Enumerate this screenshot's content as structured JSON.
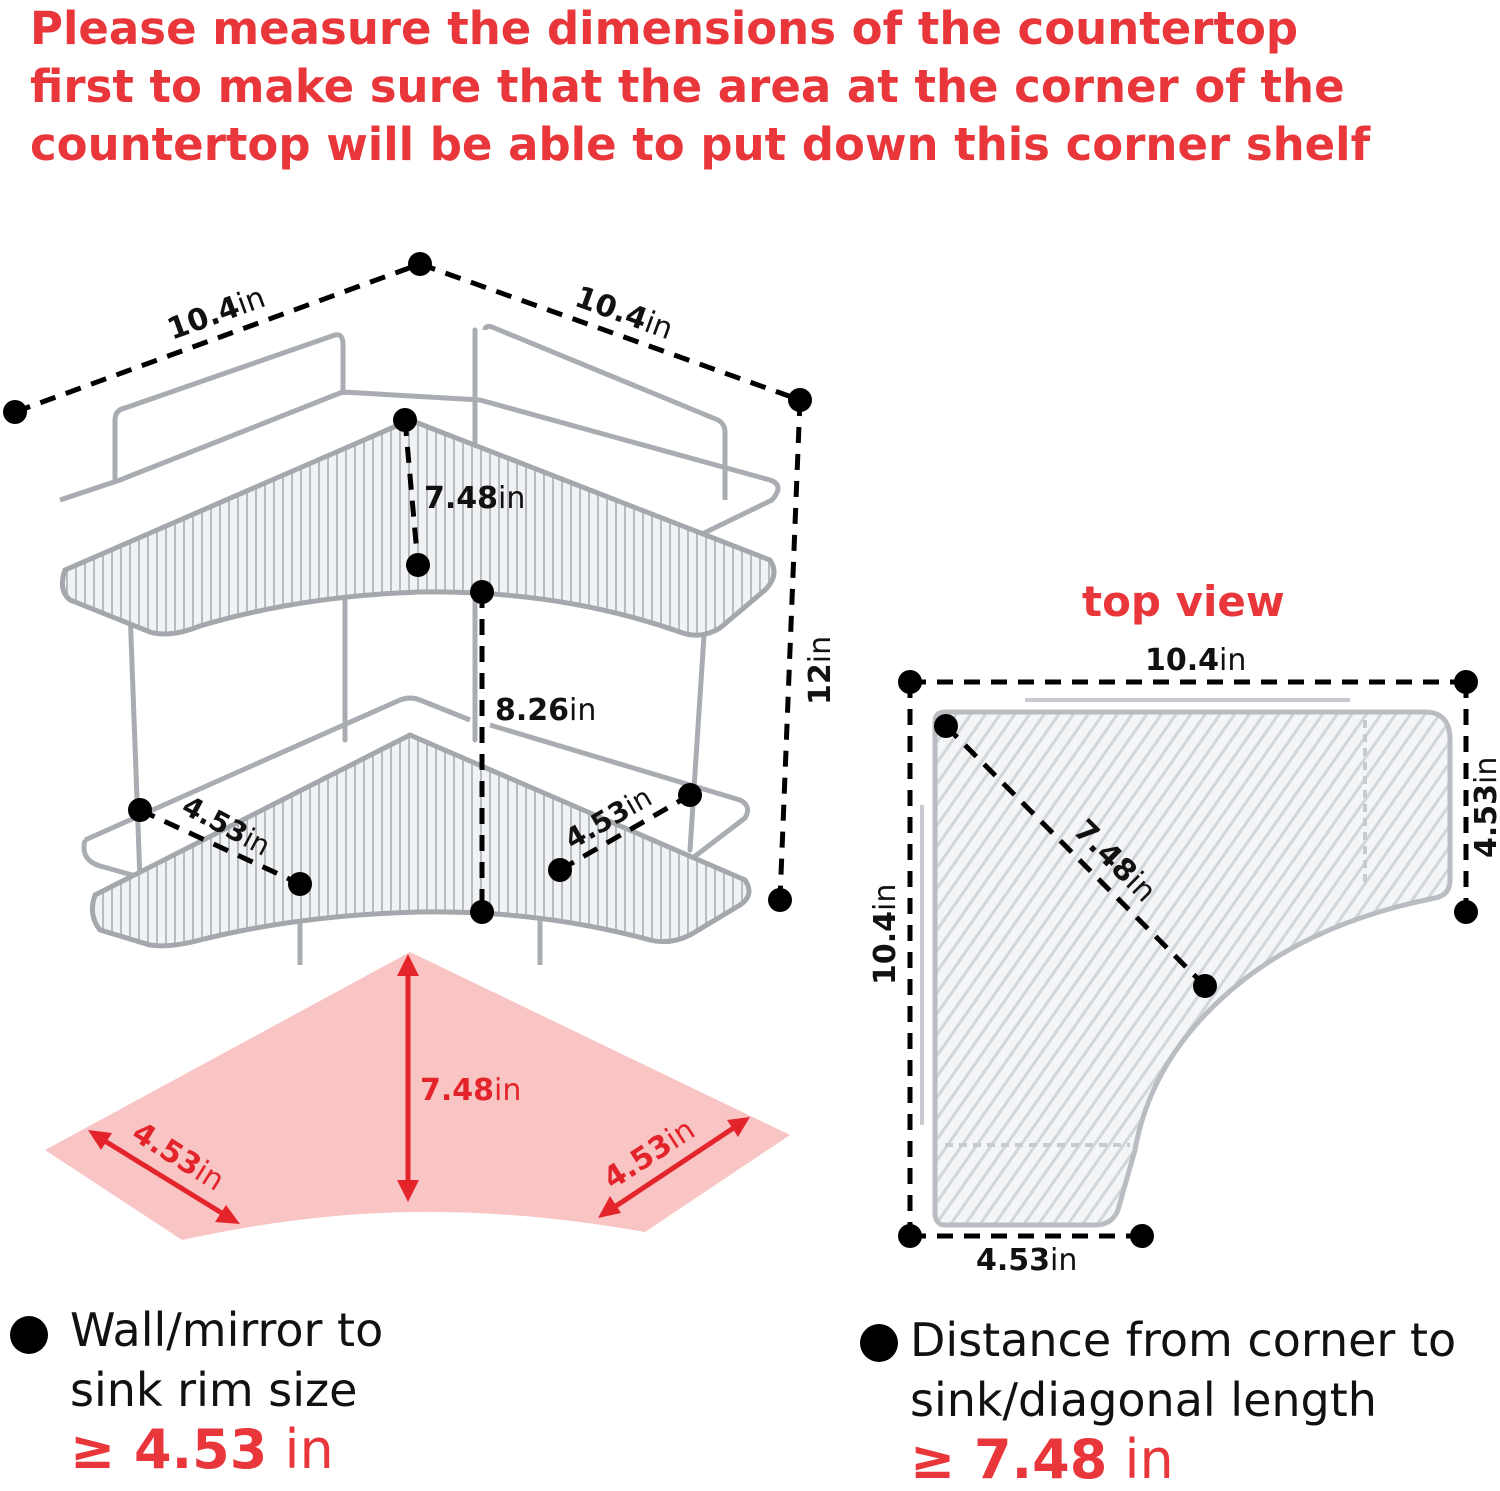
{
  "headline": {
    "lines": [
      "Please measure the dimensions of the countertop",
      "first to make sure that the area at the corner of the",
      "countertop will be able to put down this corner shelf"
    ]
  },
  "shelf_view": {
    "top_left_width": {
      "num": "10.4",
      "unit": "in"
    },
    "top_right_width": {
      "num": "10.4",
      "unit": "in"
    },
    "height": {
      "num": "12",
      "unit": "in"
    },
    "top_tier_depth": {
      "num": "7.48",
      "unit": "in"
    },
    "tier_gap": {
      "num": "8.26",
      "unit": "in"
    },
    "bottom_left_side": {
      "num": "4.53",
      "unit": "in"
    },
    "bottom_right_side": {
      "num": "4.53",
      "unit": "in"
    }
  },
  "footprint": {
    "depth": {
      "num": "7.48",
      "unit": "in"
    },
    "left_side": {
      "num": "4.53",
      "unit": "in"
    },
    "right_side": {
      "num": "4.53",
      "unit": "in"
    }
  },
  "top_view": {
    "title": "top view",
    "top_width": {
      "num": "10.4",
      "unit": "in"
    },
    "left_height": {
      "num": "10.4",
      "unit": "in"
    },
    "right_side": {
      "num": "4.53",
      "unit": "in"
    },
    "bottom_side": {
      "num": "4.53",
      "unit": "in"
    },
    "diagonal": {
      "num": "7.48",
      "unit": "in"
    }
  },
  "notes": [
    {
      "lines": [
        "Wall/mirror to",
        "sink rim size"
      ],
      "value": "≥ 4.53",
      "unit": "in"
    },
    {
      "lines": [
        "Distance from corner to",
        "sink/diagonal length"
      ],
      "value": "≥ 7.48",
      "unit": "in"
    }
  ],
  "colors": {
    "accent": "#e8363a",
    "footprint_fill": "#f8c4c4",
    "metal": "#a9adb2",
    "ink": "#000000"
  }
}
